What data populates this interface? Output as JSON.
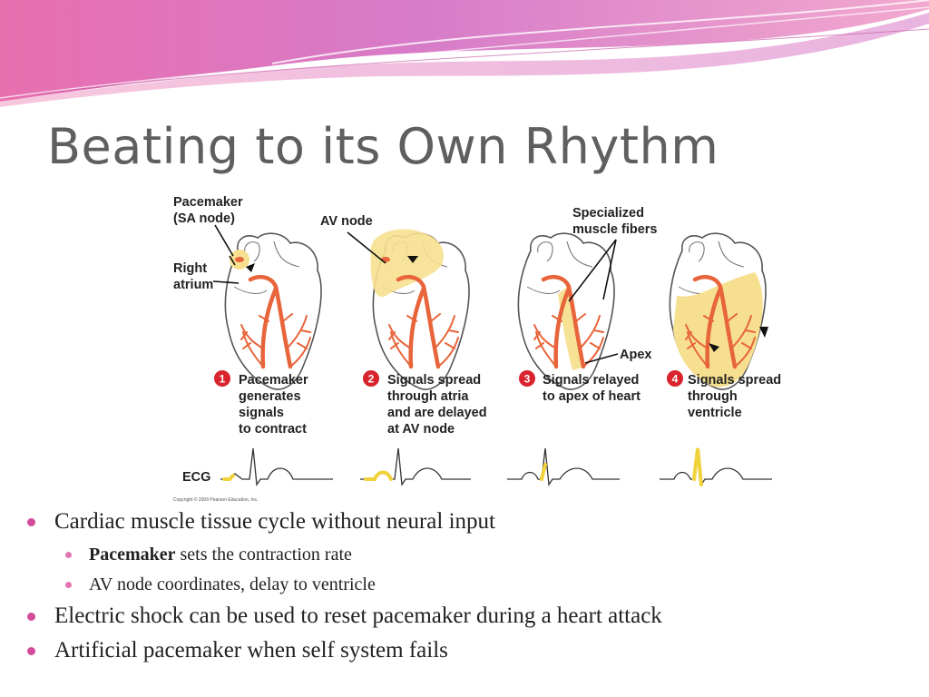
{
  "slide": {
    "title": "Beating to its Own Rhythm"
  },
  "figure": {
    "labels": {
      "pacemaker_sa_line1": "Pacemaker",
      "pacemaker_sa_line2": "(SA node)",
      "right_atrium_line1": "Right",
      "right_atrium_line2": "atrium",
      "av_node": "AV node",
      "specialized_line1": "Specialized",
      "specialized_line2": "muscle fibers",
      "apex": "Apex",
      "ecg": "ECG",
      "copyright": "Copyright © 2009 Pearson Education, Inc."
    },
    "steps": [
      {
        "number": "1",
        "lines": [
          "Pacemaker",
          "generates",
          "signals",
          "to contract"
        ]
      },
      {
        "number": "2",
        "lines": [
          "Signals spread",
          "through atria",
          "and are delayed",
          "at AV node"
        ]
      },
      {
        "number": "3",
        "lines": [
          "Signals relayed",
          "to apex of heart"
        ]
      },
      {
        "number": "4",
        "lines": [
          "Signals spread",
          "through",
          "ventricle"
        ]
      }
    ],
    "colors": {
      "heart_outline": "#555555",
      "fibers": "#e8643a",
      "highlight": "#f6e08f",
      "badge": "#d9232d",
      "ecg_highlight": "#f0d23a"
    }
  },
  "bullets": [
    {
      "text": "Cardiac muscle tissue cycle without neural input"
    },
    {
      "bold": "Pacemaker",
      "text": " sets the contraction rate"
    },
    {
      "text": "AV node coordinates, delay to ventricle"
    },
    {
      "text": "Electric shock can be used to reset pacemaker during a heart attack"
    },
    {
      "text": "Artificial pacemaker when self system fails"
    }
  ],
  "theme": {
    "bullet_color": "#d24c9a",
    "title_color": "#5f5f5f"
  }
}
